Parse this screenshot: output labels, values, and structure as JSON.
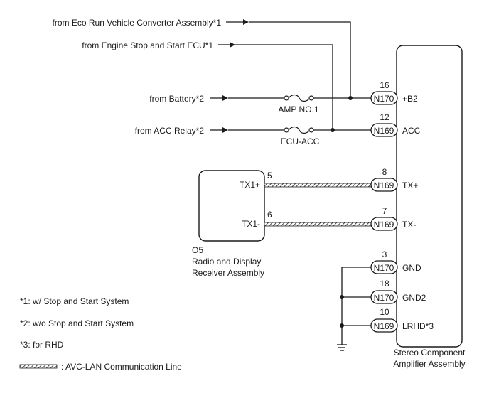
{
  "sources": {
    "eco_run": "from Eco Run Vehicle Converter Assembly*1",
    "engine_stop": "from Engine Stop and Start ECU*1",
    "battery": "from Battery*2",
    "acc_relay": "from ACC Relay*2"
  },
  "fuses": {
    "amp": "AMP NO.1",
    "ecu_acc": "ECU-ACC"
  },
  "receiver": {
    "tx_plus": "TX1+",
    "tx_minus": "TX1-",
    "pin_tx_plus": "5",
    "pin_tx_minus": "6",
    "code": "O5",
    "name_line1": "Radio and Display",
    "name_line2": "Receiver Assembly"
  },
  "amplifier": {
    "name_line1": "Stereo Component",
    "name_line2": "Amplifier Assembly",
    "terminals": [
      {
        "pin": "16",
        "connector": "N170",
        "label": "+B2"
      },
      {
        "pin": "12",
        "connector": "N169",
        "label": "ACC"
      },
      {
        "pin": "8",
        "connector": "N169",
        "label": "TX+"
      },
      {
        "pin": "7",
        "connector": "N169",
        "label": "TX-"
      },
      {
        "pin": "3",
        "connector": "N170",
        "label": "GND"
      },
      {
        "pin": "18",
        "connector": "N170",
        "label": "GND2"
      },
      {
        "pin": "10",
        "connector": "N169",
        "label": "LRHD*3"
      }
    ]
  },
  "notes": {
    "n1": "*1: w/ Stop and Start System",
    "n2": "*2: w/o Stop and Start System",
    "n3": "*3: for RHD",
    "legend": ": AVC-LAN Communication Line"
  }
}
